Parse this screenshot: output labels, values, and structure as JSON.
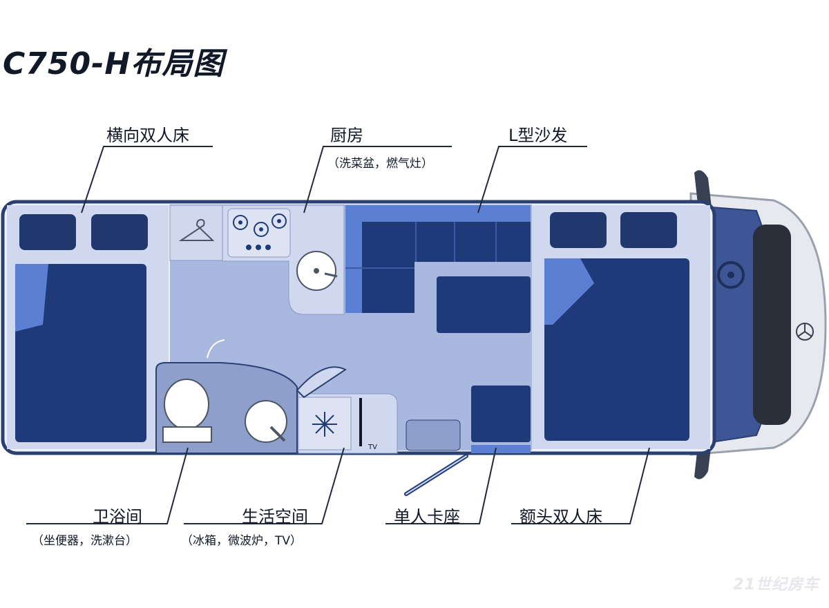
{
  "title": "C750-H布局图",
  "labels": {
    "rear_bed": "横向双人床",
    "kitchen": "厨房",
    "kitchen_sub": "（洗菜盆，燃气灶）",
    "sofa": "L型沙发",
    "bathroom": "卫浴间",
    "bathroom_sub": "（坐便器，洗漱台）",
    "living": "生活空间",
    "living_sub": "（冰箱，微波炉，TV）",
    "single_seat": "单人卡座",
    "front_bed": "额头双人床",
    "tv": "TV"
  },
  "colors": {
    "floor": "#a9b8de",
    "panel": "#cfd8ee",
    "navy": "#1e3a78",
    "blue": "#5b7fd3",
    "outline": "#2b3f73"
  },
  "icons": [
    "hanger-icon",
    "stove-burner-icon",
    "sink-icon",
    "toilet-icon",
    "snowflake-icon",
    "steering-wheel-icon"
  ],
  "watermark": "21世纪房车"
}
